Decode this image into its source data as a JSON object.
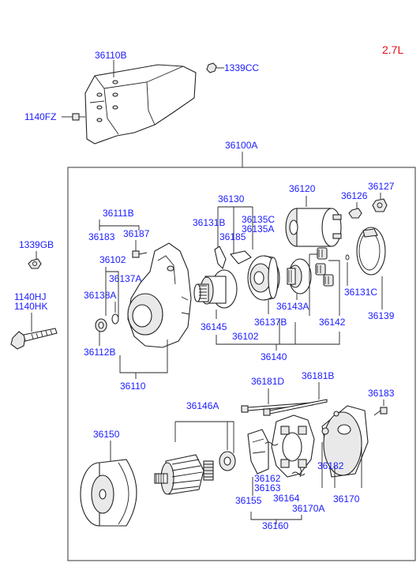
{
  "engine": "2.7L",
  "labels": {
    "l36110B": "36110B",
    "l1339CC": "1339CC",
    "l1140FZ": "1140FZ",
    "l36100A": "36100A",
    "l36130": "36130",
    "l36120": "36120",
    "l36126": "36126",
    "l36127": "36127",
    "l36111B": "36111B",
    "l36183a": "36183",
    "l36187": "36187",
    "l36131B": "36131B",
    "l36135C": "36135C",
    "l36185": "36185",
    "l36135A": "36135A",
    "l1339GB": "1339GB",
    "l36102a": "36102",
    "l36137A": "36137A",
    "l1140HJ": "1140HJ",
    "l1140HK": "1140HK",
    "l36138A": "36138A",
    "l36143A": "36143A",
    "l36131C": "36131C",
    "l36137B": "36137B",
    "l36142": "36142",
    "l36139": "36139",
    "l36145": "36145",
    "l36102b": "36102",
    "l36112B": "36112B",
    "l36140": "36140",
    "l36110": "36110",
    "l36181D": "36181D",
    "l36181B": "36181B",
    "l36183b": "36183",
    "l36146A": "36146A",
    "l36150": "36150",
    "l36182": "36182",
    "l36162": "36162",
    "l36163": "36163",
    "l36155": "36155",
    "l36164": "36164",
    "l36170": "36170",
    "l36170A": "36170A",
    "l36160": "36160"
  }
}
